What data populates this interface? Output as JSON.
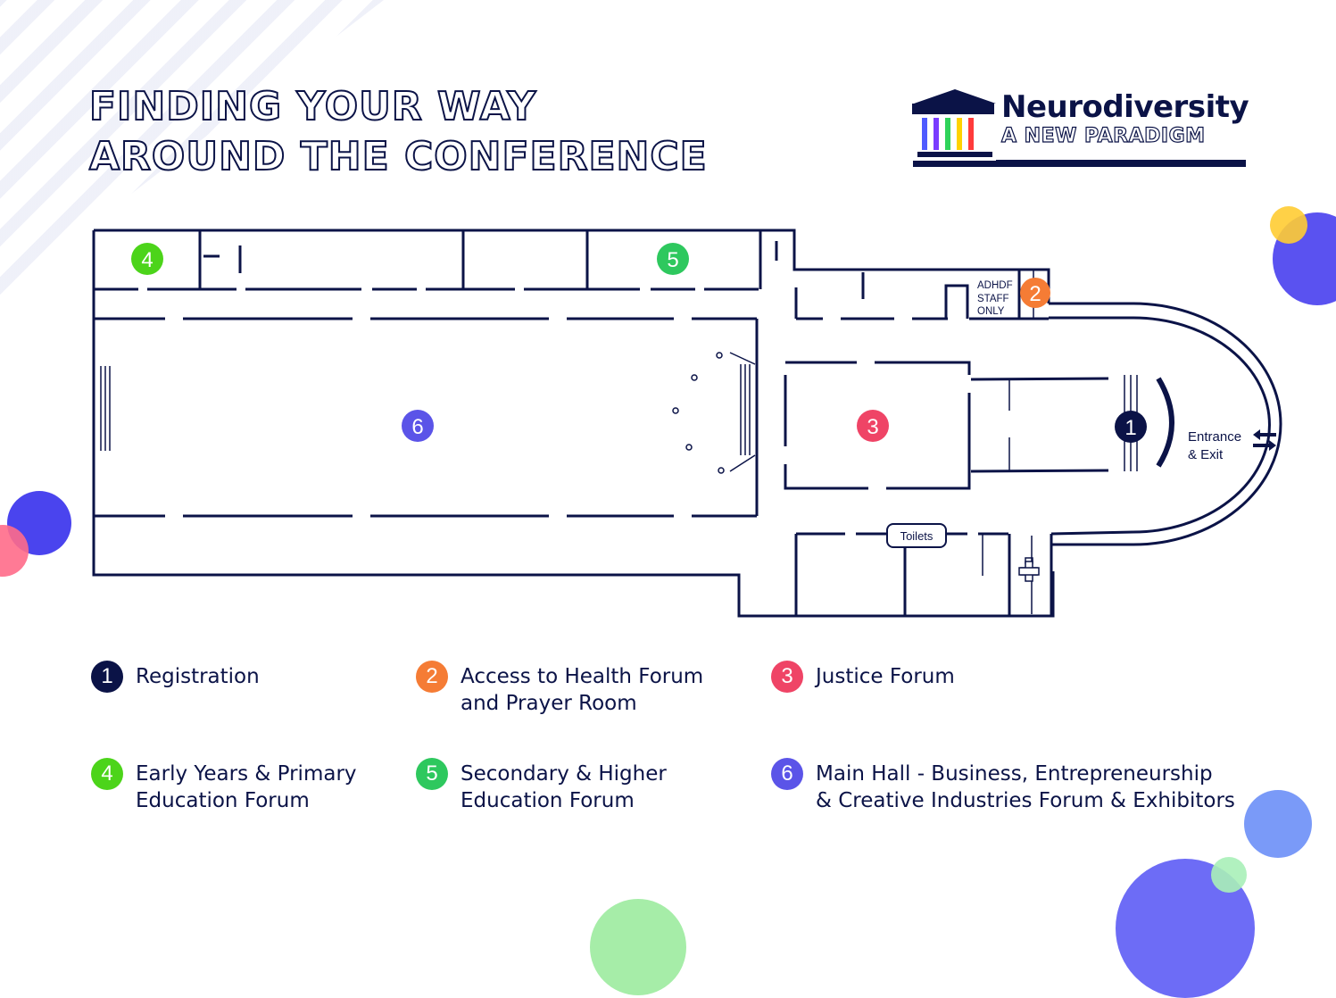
{
  "header": {
    "title_line1": "FINDING YOUR WAY",
    "title_line2": "AROUND THE CONFERENCE"
  },
  "logo": {
    "name": "Neurodiversity",
    "tagline": "A NEW PARADIGM",
    "pillar_colors": [
      "#4f5bff",
      "#7a3cff",
      "#2fd35a",
      "#ffd200",
      "#ff3b3b"
    ]
  },
  "map": {
    "markers": [
      {
        "number": "1",
        "color": "#0b1347"
      },
      {
        "number": "2",
        "color": "#f57c35"
      },
      {
        "number": "3",
        "color": "#ef4466"
      },
      {
        "number": "4",
        "color": "#4cd41a"
      },
      {
        "number": "5",
        "color": "#2ec85e"
      },
      {
        "number": "6",
        "color": "#5b54e8"
      }
    ],
    "staff_label": [
      "ADHDF",
      "STAFF",
      "ONLY"
    ],
    "toilets_label": "Toilets",
    "entrance_label": [
      "Entrance",
      "& Exit"
    ],
    "wall_color": "#0b1347"
  },
  "legend": [
    {
      "number": "1",
      "label": "Registration",
      "color": "#0b1347"
    },
    {
      "number": "2",
      "label": "Access to Health Forum\nand Prayer Room",
      "color": "#f57c35"
    },
    {
      "number": "3",
      "label": "Justice Forum",
      "color": "#ef4466"
    },
    {
      "number": "4",
      "label": "Early Years & Primary\nEducation Forum",
      "color": "#4cd41a"
    },
    {
      "number": "5",
      "label": "Secondary & Higher\nEducation Forum",
      "color": "#2ec85e"
    },
    {
      "number": "6",
      "label": "Main Hall - Business, Entrepreneurship\n& Creative Industries Forum & Exhibitors",
      "color": "#5b54e8"
    }
  ],
  "decor_colors": [
    "#5a52f0",
    "#ffcc33",
    "#4a44ee",
    "#ff6b8a",
    "#7a9af8",
    "#a8f0b8",
    "#6d6cf6",
    "#a6eda8"
  ]
}
